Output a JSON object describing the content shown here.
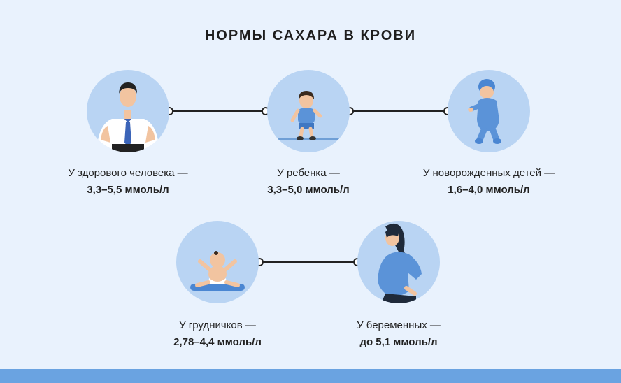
{
  "title": "НОРМЫ САХАРА В КРОВИ",
  "colors": {
    "background": "#e9f2fd",
    "circle": "#b9d4f3",
    "figure_blue": "#5b93d8",
    "accent_bar": "#6aa3e1"
  },
  "groups": [
    {
      "desc": "У здорового человека —",
      "value": "3,3–5,5 ммоль/л",
      "icon": "adult-man-icon"
    },
    {
      "desc": "У ребенка —",
      "value": "3,3–5,0 ммоль/л",
      "icon": "child-icon"
    },
    {
      "desc": "У новорожденных детей —",
      "value": "1,6–4,0 ммоль/л",
      "icon": "newborn-icon"
    },
    {
      "desc": "У грудничков —",
      "value": "2,78–4,4 ммоль/л",
      "icon": "infant-icon"
    },
    {
      "desc": "У беременных —",
      "value": "до 5,1 ммоль/л",
      "icon": "pregnant-woman-icon"
    }
  ]
}
